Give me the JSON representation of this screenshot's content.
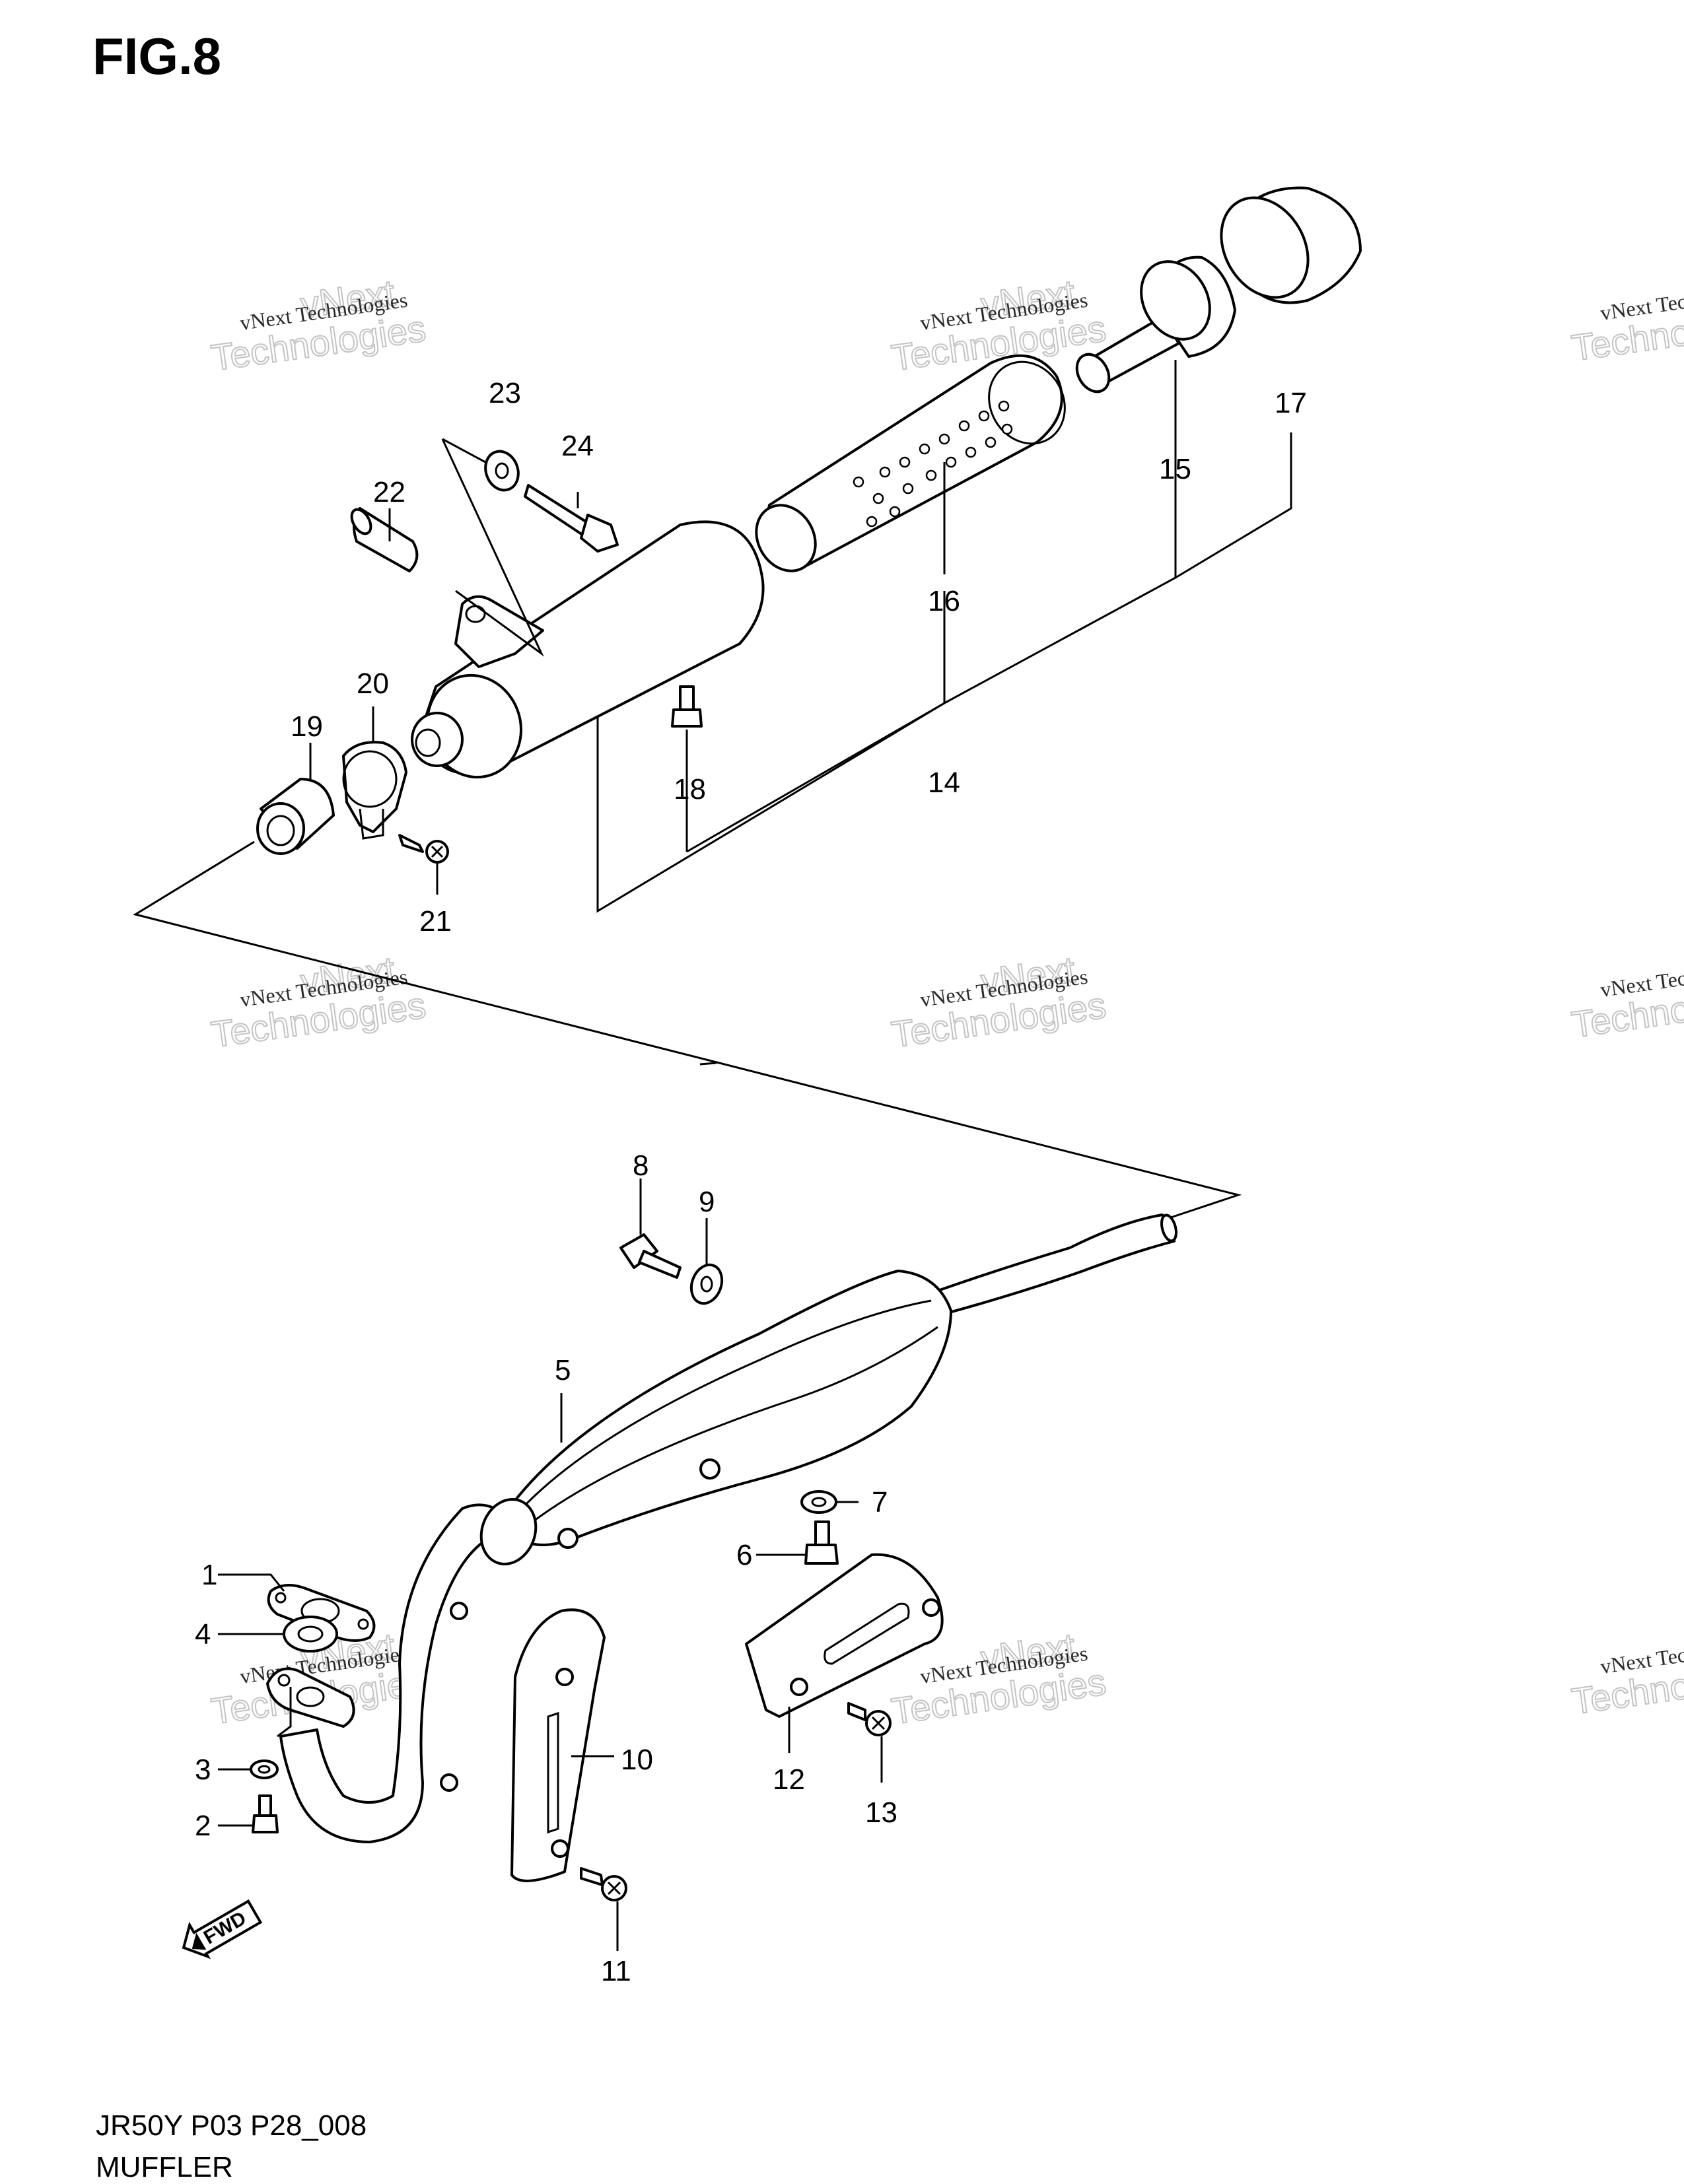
{
  "figure": {
    "title": "FIG.8",
    "model_code": "JR50Y P03 P28_008",
    "name": "MUFFLER"
  },
  "watermark": {
    "line1": "vNext Technologies",
    "line2": "vNext",
    "line3": "Technologies"
  },
  "callouts": [
    "1",
    "2",
    "3",
    "4",
    "5",
    "6",
    "7",
    "8",
    "9",
    "10",
    "11",
    "12",
    "13",
    "14",
    "15",
    "16",
    "17",
    "18",
    "19",
    "20",
    "21",
    "22",
    "23",
    "24"
  ],
  "badges": {
    "fwd": "FWD"
  }
}
